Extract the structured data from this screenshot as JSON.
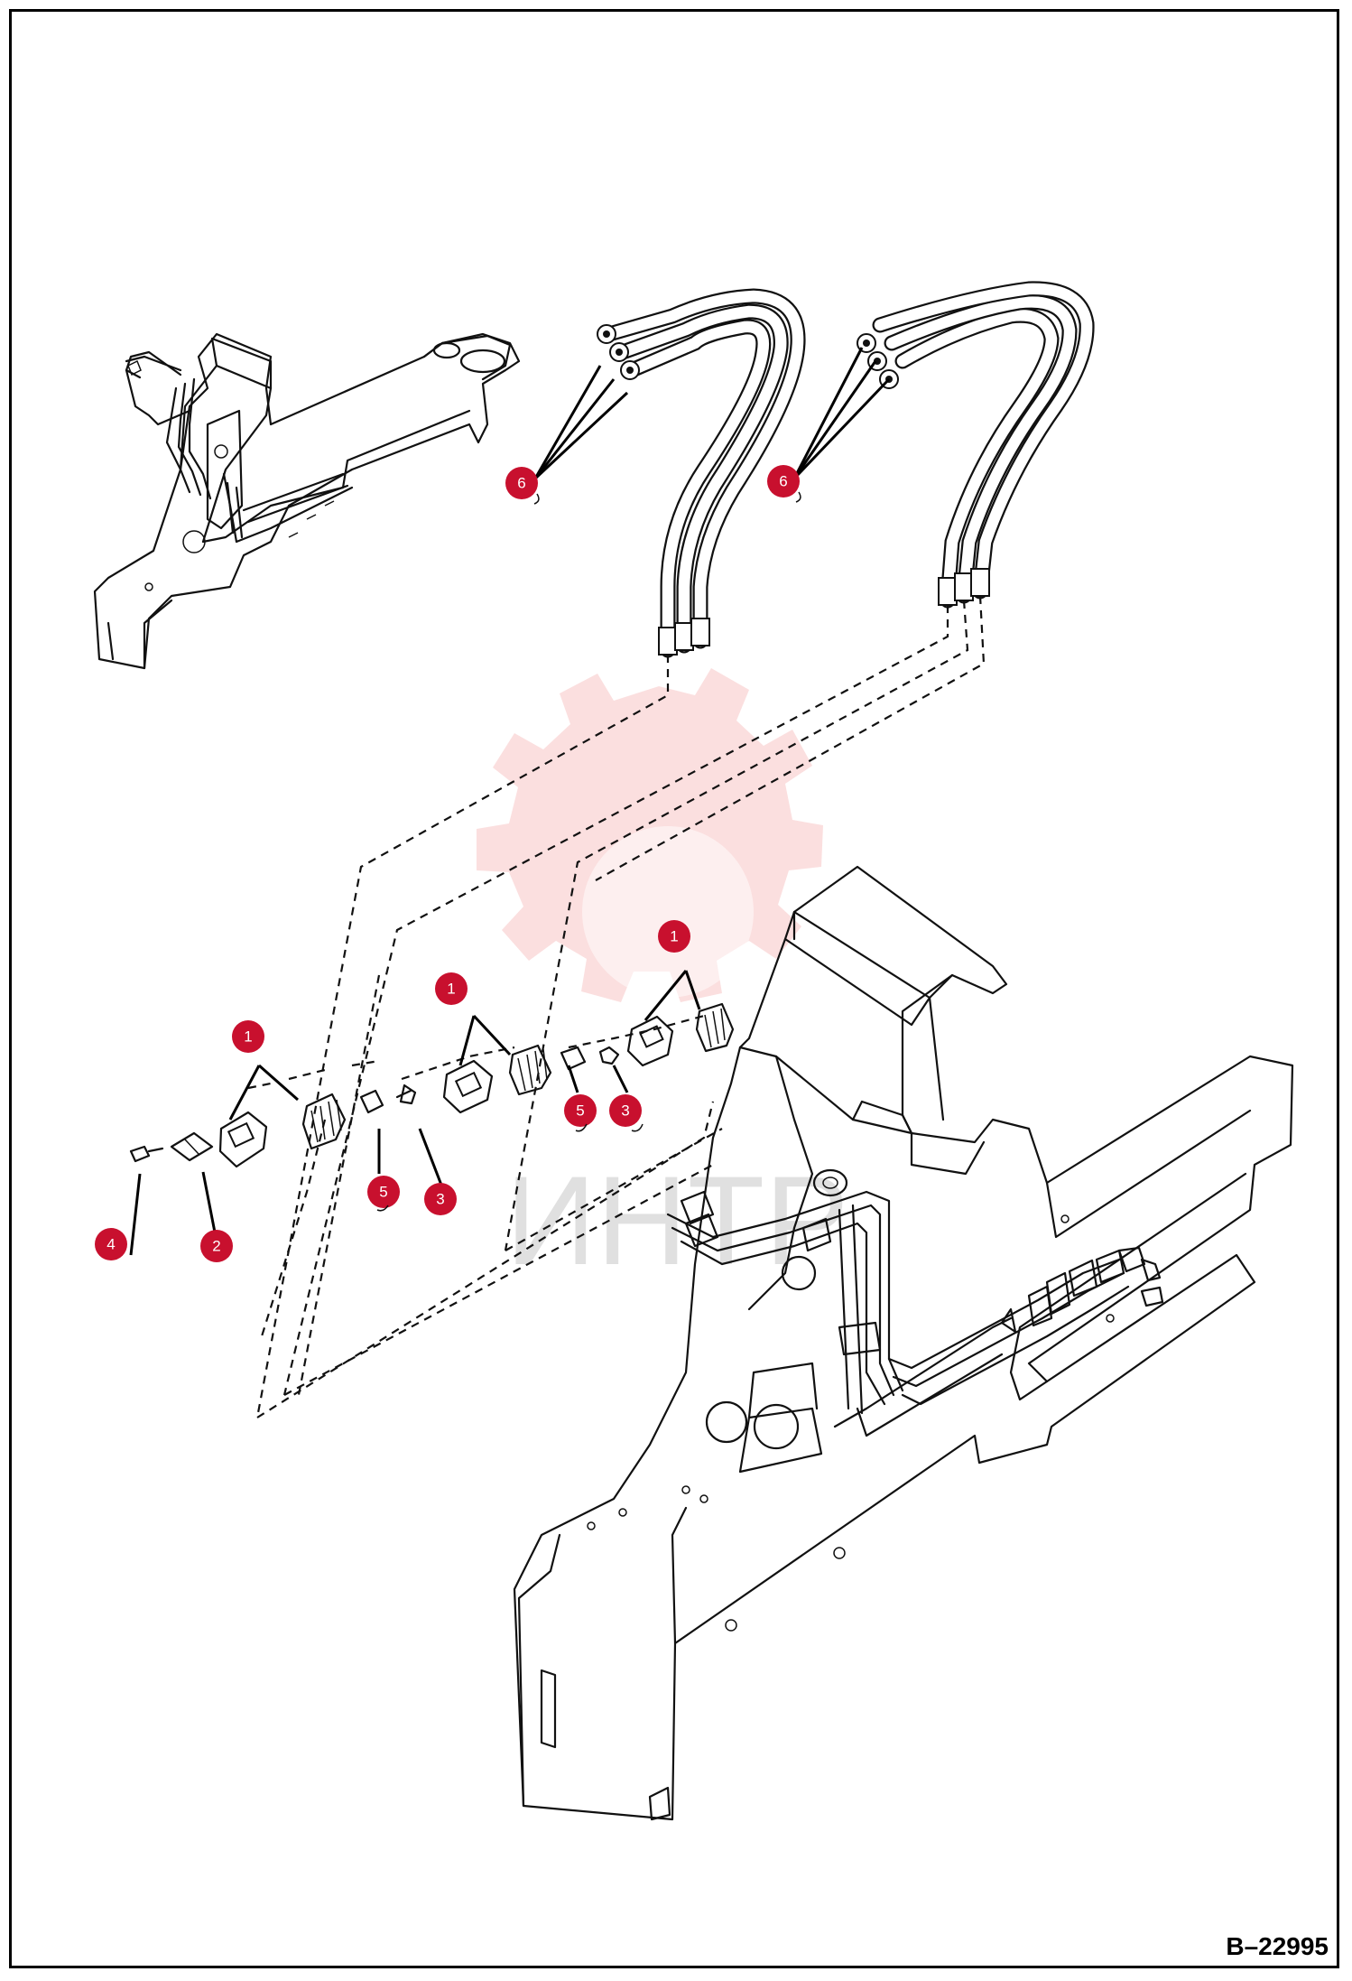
{
  "drawing": {
    "id": "B–22995",
    "watermark_text": "ИНТР"
  },
  "callouts": [
    {
      "label": "1"
    },
    {
      "label": "1"
    },
    {
      "label": "1"
    },
    {
      "label": "2"
    },
    {
      "label": "3"
    },
    {
      "label": "3"
    },
    {
      "label": "4"
    },
    {
      "label": "5"
    },
    {
      "label": "5"
    },
    {
      "label": "6"
    },
    {
      "label": "6"
    }
  ],
  "colors": {
    "callout_fill": "#c8102e",
    "line": "#111111",
    "watermark": "#e83a3a"
  }
}
